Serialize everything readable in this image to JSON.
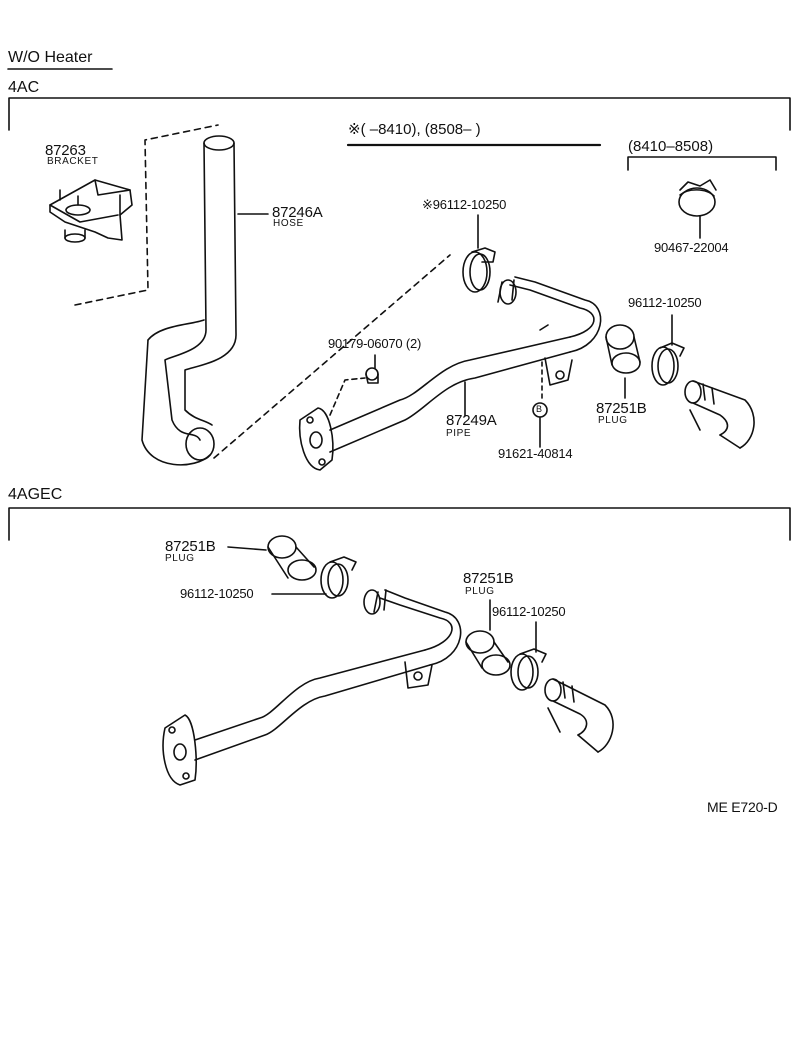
{
  "headings": {
    "wo_heater": "W/O  Heater",
    "section_4ac": "4AC",
    "section_4agec": "4AGEC",
    "range_note": "※(        –8410), (8508–        )",
    "range_alt": "(8410–8508)"
  },
  "parts_4ac": {
    "bracket_num": "87263",
    "bracket_name": "BRACKET",
    "hose_num": "87246A",
    "hose_name": "HOSE",
    "clamp_marked": "※96112-10250",
    "clamp_alt": "90467-22004",
    "bolt": "90179-06070 (2)",
    "clamp_right": "96112-10250",
    "pipe_num": "87249A",
    "pipe_name": "PIPE",
    "plug_num": "87251B",
    "plug_name": "PLUG",
    "bolt_b": "91621-40814",
    "b_marker": "B"
  },
  "parts_4agec": {
    "plug_left_num": "87251B",
    "plug_left_name": "PLUG",
    "clamp_left": "96112-10250",
    "plug_right_num": "87251B",
    "plug_right_name": "PLUG",
    "clamp_right": "96112-10250"
  },
  "footer": {
    "figure_code": "ME  E720-D"
  }
}
